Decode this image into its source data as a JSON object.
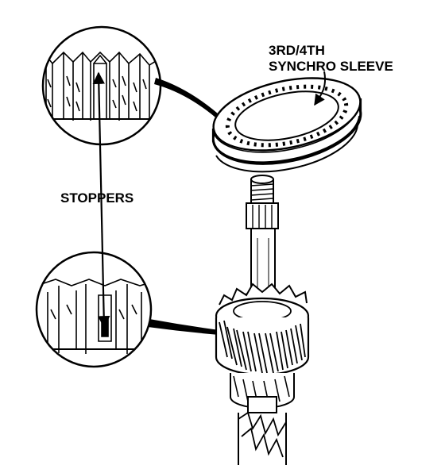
{
  "labels": {
    "sleeve_line1": "3RD/4TH",
    "sleeve_line2": "SYNCHRO SLEEVE",
    "stoppers": "STOPPERS"
  },
  "colors": {
    "ink": "#000000",
    "paper": "#ffffff"
  }
}
